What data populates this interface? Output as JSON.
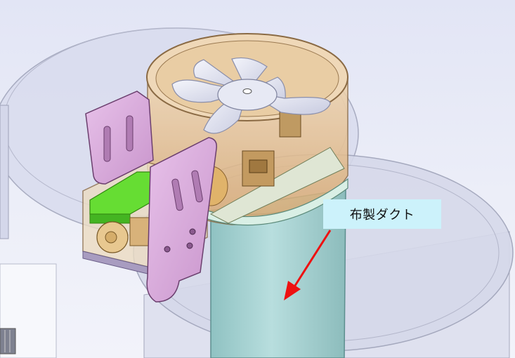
{
  "callout": {
    "label": "布製ダクト"
  },
  "colors": {
    "background": "#e6e9f6",
    "callout_bg": "#ccf2fb",
    "arrow": "#ee1111",
    "duct": "#a6d0d0",
    "fan_housing": "#e6c49a",
    "fan_blade": "#dcdff0",
    "bracket": "#d6a8d8",
    "battery_label": "#66dd33"
  },
  "parts": [
    {
      "name": "fan",
      "icon": "fan-icon"
    },
    {
      "name": "fabric-duct",
      "icon": "duct-icon"
    },
    {
      "name": "mounting-bracket",
      "icon": "bracket-icon"
    },
    {
      "name": "battery-pack",
      "icon": "battery-icon"
    }
  ]
}
